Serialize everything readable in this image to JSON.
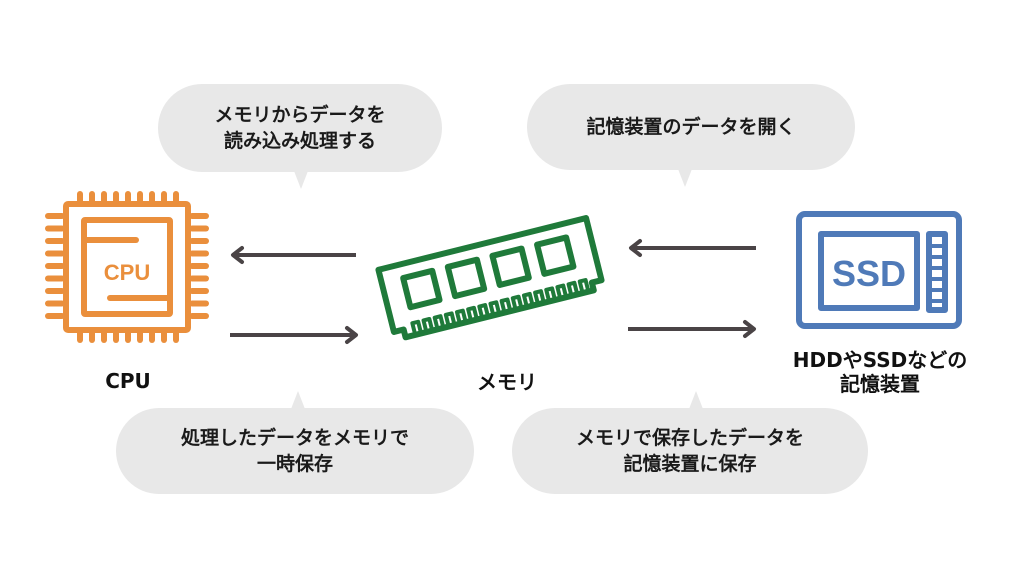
{
  "bubbles": {
    "cpu_read": {
      "line1": "メモリからデータを",
      "line2": "読み込み処理する"
    },
    "storage_open": {
      "line1": "記憶装置のデータを開く"
    },
    "cpu_store": {
      "line1": "処理したデータをメモリで",
      "line2": "一時保存"
    },
    "memory_save": {
      "line1": "メモリで保存したデータを",
      "line2": "記憶装置に保存"
    }
  },
  "nodes": {
    "cpu": {
      "label": "CPU",
      "icon_text": "CPU",
      "color": "#ea8f3c"
    },
    "memory": {
      "label": "メモリ",
      "color": "#1f7a3a"
    },
    "storage": {
      "label_line1": "HDDやSSDなどの",
      "label_line2": "記憶装置",
      "icon_text": "SSD",
      "color": "#4f7ab8"
    }
  },
  "arrow_color": "#4a4446"
}
